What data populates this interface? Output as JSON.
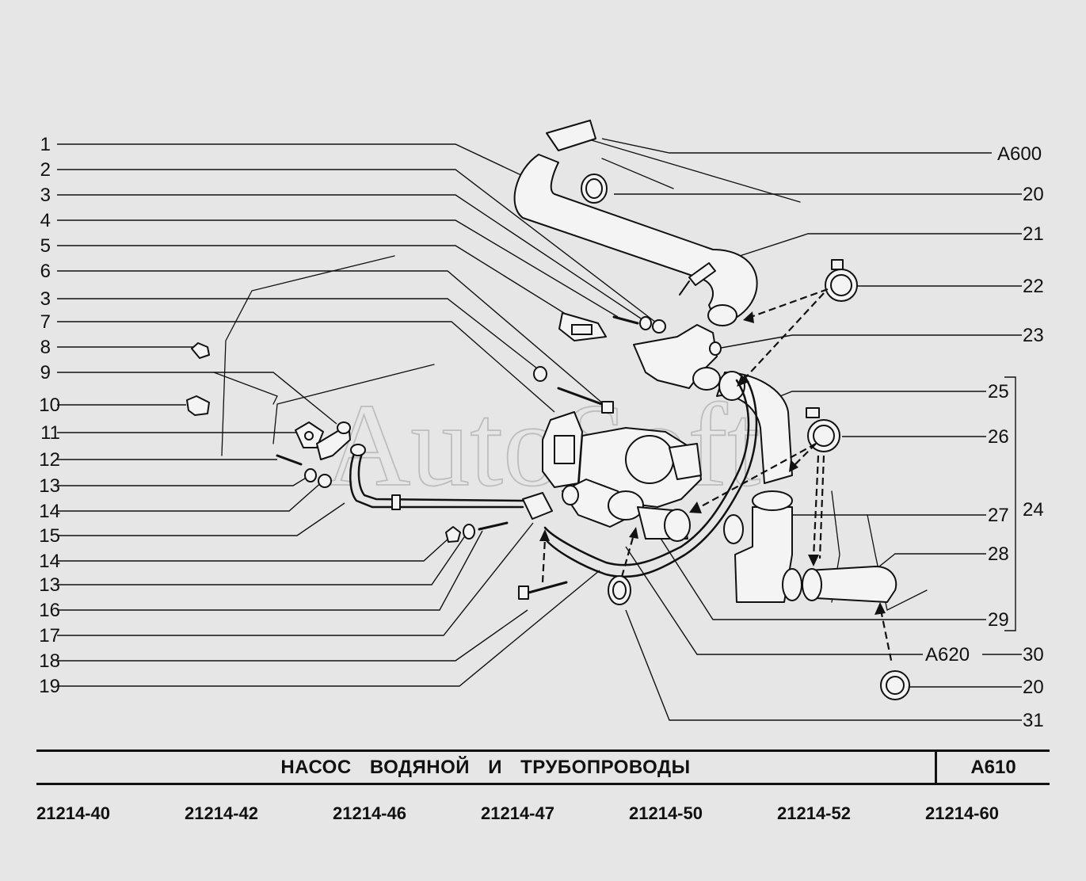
{
  "watermark": "AutoSoft",
  "title": "НАСОС   ВОДЯНОЙ   И   ТРУБОПРОВОДЫ",
  "section_code": "A610",
  "models": [
    "21214-40",
    "21214-42",
    "21214-46",
    "21214-47",
    "21214-50",
    "21214-52",
    "21214-60"
  ],
  "callouts_left": [
    "1",
    "2",
    "3",
    "4",
    "5",
    "6",
    "3",
    "7",
    "8",
    "9",
    "10",
    "11",
    "12",
    "13",
    "14",
    "15",
    "14",
    "13",
    "16",
    "17",
    "18",
    "19"
  ],
  "callouts_right": [
    "20",
    "21",
    "22",
    "23",
    "25",
    "26",
    "24",
    "27",
    "28",
    "29",
    "30",
    "20",
    "31"
  ],
  "callout_top_right": "A600",
  "ref_a620": "A620"
}
